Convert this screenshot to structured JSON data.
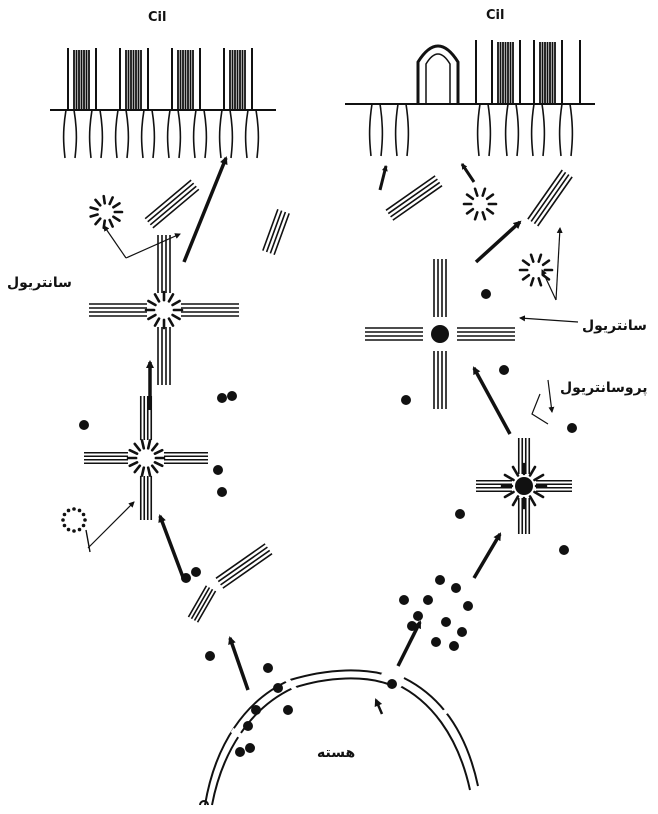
{
  "labels": {
    "cilia_left": "Cil",
    "cilia_right": "Cil",
    "centriole_left": "سانتریول",
    "centriole_right": "سانتریول",
    "procentriole": "پروسانتریول",
    "nucleus": "هسته"
  }
}
